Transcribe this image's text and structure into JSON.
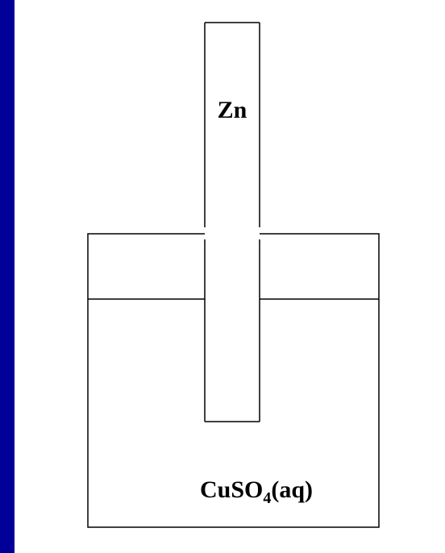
{
  "diagram": {
    "electrode_label": "Zn",
    "solution_label": {
      "prefix": "CuSO",
      "subscript": "4",
      "suffix": "(aq)"
    },
    "colors": {
      "frame": "#000099",
      "background": "#ffffff",
      "stroke": "#000000"
    }
  }
}
